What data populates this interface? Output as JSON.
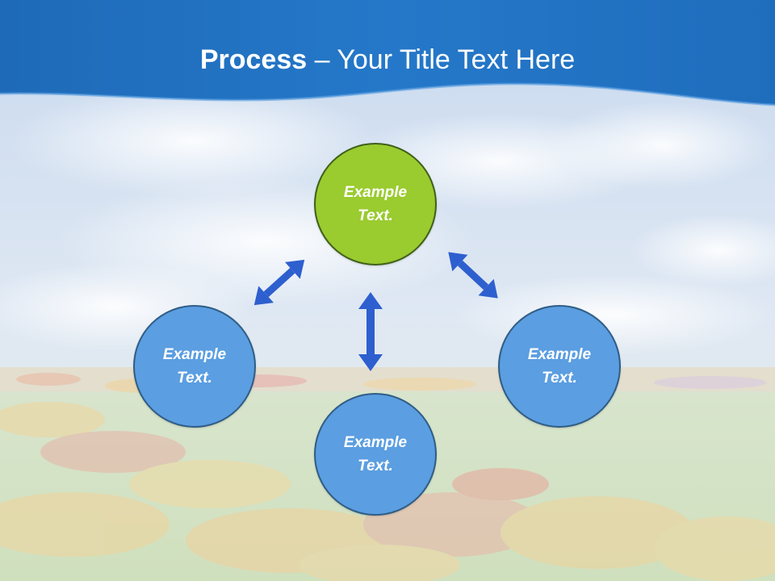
{
  "slide": {
    "title_bold": "Process",
    "title_sep": " – ",
    "title_rest": "Your Title Text Here"
  },
  "colors": {
    "header_blue": "#1f6dbd",
    "center_node": "#9acb2f",
    "outer_node": "#5b9ee1",
    "arrow": "#2e5fcf"
  },
  "nodes": {
    "top": {
      "label": "Example Text."
    },
    "left": {
      "label": "Example Text."
    },
    "right": {
      "label": "Example Text."
    },
    "bottom": {
      "label": "Example Text."
    }
  },
  "connectors": [
    "top-left",
    "top-right",
    "top-bottom"
  ]
}
